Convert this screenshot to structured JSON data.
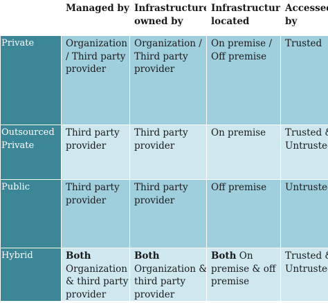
{
  "table": {
    "headers": [
      {
        "lines": [
          ""
        ]
      },
      {
        "lines": [
          "Managed by"
        ]
      },
      {
        "lines": [
          "Infrastructure",
          "owned by"
        ]
      },
      {
        "lines": [
          "Infrastructure",
          "located"
        ]
      },
      {
        "lines": [
          "Accessed",
          "by"
        ]
      }
    ],
    "rows": [
      {
        "label": [
          "Private"
        ],
        "cells": [
          {
            "lines": [
              "Organization",
              "/ Third party",
              "provider"
            ]
          },
          {
            "lines": [
              "Organization /",
              "Third party",
              "provider"
            ]
          },
          {
            "lines": [
              "On premise /",
              "Off premise"
            ]
          },
          {
            "lines": [
              "Trusted"
            ]
          }
        ]
      },
      {
        "label": [
          "Outsourced",
          "Private"
        ],
        "cells": [
          {
            "lines": [
              "Third party",
              "provider"
            ]
          },
          {
            "lines": [
              "Third party",
              "provider"
            ]
          },
          {
            "lines": [
              "On premise"
            ]
          },
          {
            "lines": [
              "Trusted &",
              "Untrusted"
            ]
          }
        ]
      },
      {
        "label": [
          "Public"
        ],
        "cells": [
          {
            "lines": [
              "Third party",
              "provider"
            ]
          },
          {
            "lines": [
              "Third party",
              "provider"
            ]
          },
          {
            "lines": [
              "Off premise"
            ]
          },
          {
            "lines": [
              "Untrusted"
            ]
          }
        ]
      },
      {
        "label": [
          "Hybrid"
        ],
        "cells": [
          {
            "bold": "Both",
            "lines": [
              "Organization",
              "& third party",
              "provider"
            ]
          },
          {
            "bold": "Both",
            "lines": [
              "Organization &",
              "third party",
              "provider"
            ]
          },
          {
            "bold": "Both",
            "after_bold": "On",
            "lines": [
              "premise & off",
              "premise"
            ]
          },
          {
            "lines": [
              "Trusted &",
              "Untrusted"
            ]
          }
        ]
      }
    ]
  }
}
